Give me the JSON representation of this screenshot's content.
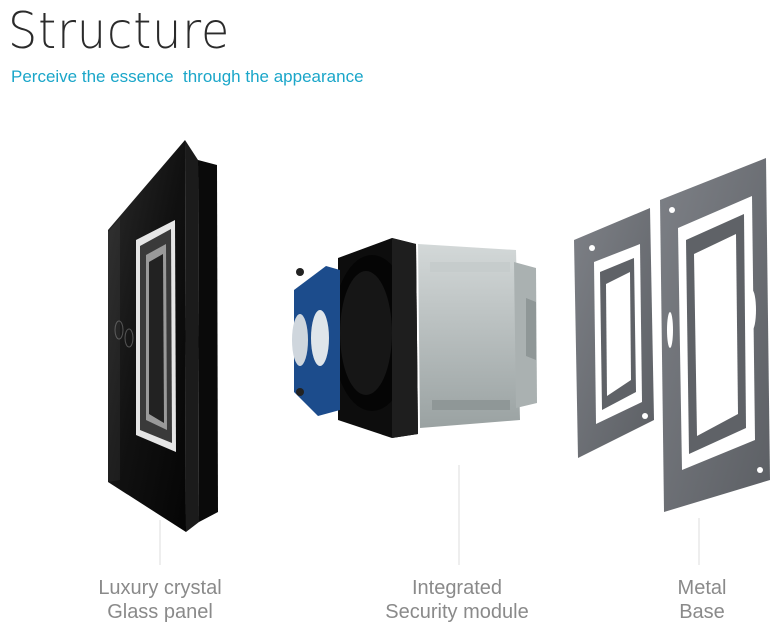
{
  "header": {
    "title": "Structure",
    "subtitle": "Perceive the essence  through the appearance"
  },
  "components": [
    {
      "id": "glass-panel",
      "line1": "Luxury crystal",
      "line2": "Glass panel"
    },
    {
      "id": "security-module",
      "line1": "Integrated",
      "line2": "Security module"
    },
    {
      "id": "metal-base",
      "line1": "Metal",
      "line2": "Base"
    }
  ],
  "colors": {
    "title": "#2b2b2b",
    "subtitle": "#1aa6c9",
    "caption": "#8a8a8a",
    "glass": "#121212",
    "module_body": "#0d0d0d",
    "module_housing": "#b9c0c0",
    "metal": "#6f7277"
  }
}
